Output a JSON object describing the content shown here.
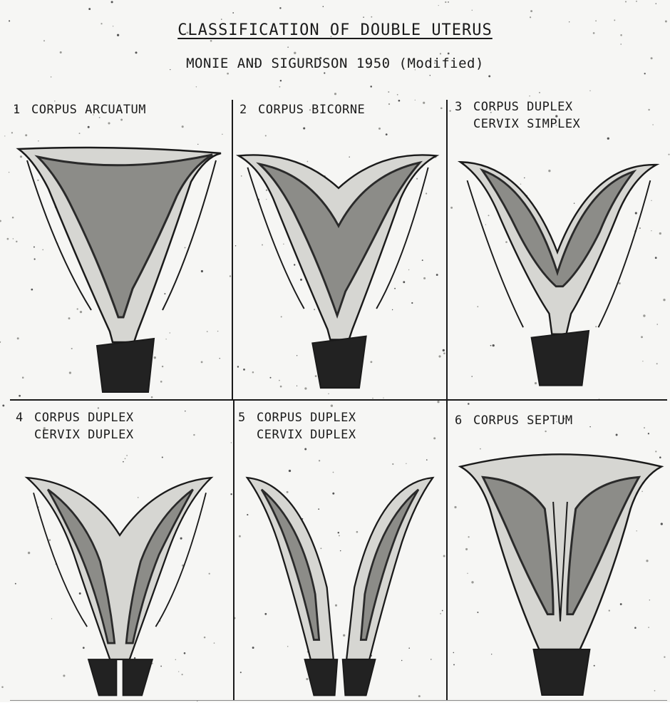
{
  "title": "CLASSIFICATION OF DOUBLE UTERUS",
  "subtitle": "MONIE AND SIGURDSON 1950 (Modified)",
  "panels": [
    {
      "number": "1",
      "line1": "CORPUS ARCUATUM",
      "line2": "",
      "type": "arcuatum"
    },
    {
      "number": "2",
      "line1": "CORPUS BICORNE",
      "line2": "",
      "type": "bicorne"
    },
    {
      "number": "3",
      "line1": "CORPUS DUPLEX",
      "line2": "CERVIX SIMPLEX",
      "type": "duplex-simplex"
    },
    {
      "number": "4",
      "line1": "CORPUS DUPLEX",
      "line2": "CERVIX DUPLEX",
      "type": "duplex-duplex"
    },
    {
      "number": "5",
      "line1": "CORPUS DUPLEX",
      "line2": "CERVIX DUPLEX",
      "type": "duplex-separate"
    },
    {
      "number": "6",
      "line1": "CORPUS SEPTUM",
      "line2": "",
      "type": "septum"
    }
  ],
  "colors": {
    "ink": "#1a1a1a",
    "paper": "#f6f6f4",
    "wall": "#d6d6d2",
    "cavity": "#8c8c88",
    "cavity_dark": "#2a2a2a",
    "cervix": "#222222"
  }
}
